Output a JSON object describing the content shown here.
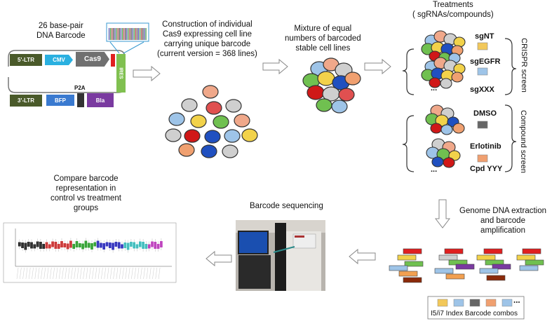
{
  "texts": {
    "barcode_title": "26 base-pair\nDNA Barcode",
    "construction": "Construction of individual\nCas9 expressing cell line\ncarrying unique barcode\n(current version = 368 lines)",
    "mixture": "Mixture of equal\nnumbers of barcoded\nstable cell lines",
    "treatments": "Treatments\n( sgRNAs/compounds)",
    "compare": "Compare barcode\nrepresentation in\ncontrol vs treatment\ngroups",
    "sequencing": "Barcode sequencing",
    "extraction": "Genome DNA extraction\nand barcode\namplification",
    "index_combos": "I5/i7 Index Barcode combos",
    "crispr_screen": "CRISPR screen",
    "compound_screen": "Compound screen",
    "ellipsis": "..."
  },
  "construct": {
    "ltr5": "5'-LTR",
    "cmv": "CMV",
    "cas9": "Cas9",
    "ires": "IRES",
    "ltr3": "3'-LTR",
    "bfp": "BFP",
    "p2a": "P2A",
    "bla": "Bla"
  },
  "treatments": {
    "crispr": [
      "sgNT",
      "sgEGFR",
      "sgXXX"
    ],
    "compound": [
      "DMSO",
      "Erlotinib",
      "Cpd YYY"
    ]
  },
  "colors": {
    "ltr": "#4a5a2a",
    "cmv": "#2ab0e0",
    "cas9": "#707070",
    "ires": "#80c050",
    "bfp": "#3a7ad0",
    "bla": "#7a3aa0",
    "red": "#e02020",
    "sgNT": "#f2c85a",
    "sgEGFR": "#9ec4e8",
    "dmso": "#666666",
    "erlotinib": "#f0a070"
  }
}
